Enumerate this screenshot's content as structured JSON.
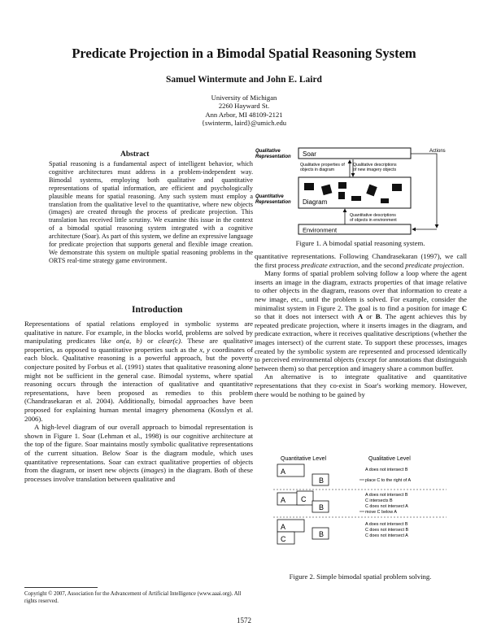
{
  "title": "Predicate Projection in a Bimodal Spatial Reasoning System",
  "authors": "Samuel Wintermute and John E. Laird",
  "affiliation": [
    "University of Michigan",
    "2260 Hayward St.",
    "Ann Arbor, MI 48109-2121",
    "{swinterm, laird}@umich.edu"
  ],
  "abstract": {
    "heading": "Abstract",
    "text": "Spatial reasoning is a fundamental aspect of intelligent behavior, which cognitive architectures must address in a problem-independent way. Bimodal systems, employing both qualitative and quantitative representations of spatial information, are efficient and psychologically plausible means for spatial reasoning. Any such system must employ a translation from the qualitative level to the quantitative, where new objects (images) are created through the process of predicate projection. This translation has received little scrutiny. We examine this issue in the context of a bimodal spatial reasoning system integrated with a cognitive architecture (Soar). As part of this system, we define an expressive language for predicate projection that supports general and flexible image creation. We demonstrate this system on multiple spatial reasoning problems in the ORTS real-time strategy game environment."
  },
  "intro": {
    "heading": "Introduction",
    "p1_parts": [
      "Representations of spatial relations employed in symbolic systems are qualitative in nature. For example, in the blocks world, problems are solved by manipulating predicates like ",
      "on(a, b)",
      " or ",
      "clear(c)",
      ". These are qualitative properties, as opposed to quantitative properties such as the ",
      "x, y",
      " coordinates of each block. Qualitative reasoning is a powerful approach, but the poverty conjecture posited by Forbus et al. (1991) states that qualitative reasoning alone might not be sufficient in the general case. Bimodal systems, where spatial reasoning occurs through the interaction of qualitative and quantitative representations, have been proposed as remedies to this problem (Chandrasekaran et al. 2004). Additionally, bimodal approaches have been proposed for explaining human mental imagery phenomena (Kosslyn et al. 2006)."
    ],
    "p2_parts": [
      "A high-level diagram of our overall approach to bimodal representation is shown in Figure 1. Soar (Lehman et al., 1998) is our cognitive architecture at the top of the figure. Soar maintains mostly symbolic qualitative representations of the current situation. Below Soar is the diagram module, which uses quantitative representations. Soar can extract qualitative properties of objects from the diagram, or insert new objects (",
      "images",
      ") in the diagram. Both of these processes involve translation between qualitative and"
    ]
  },
  "copyright": "Copyright © 2007, Association for the Advancement of Artificial Intelligence (www.aaai.org). All rights reserved.",
  "right": {
    "p1_parts": [
      "quantitative representations. Following Chandrasekaran (1997), we call the first process ",
      "predicate extraction",
      ", and the second ",
      "predicate projection",
      "."
    ],
    "p2_parts": [
      "Many forms of spatial problem solving follow a loop where the agent inserts an image in the diagram, extracts properties of that image relative to other objects in the diagram, reasons over that information to create a new image, etc., until the problem is solved. For example, consider the minimalist system in Figure 2. The goal is to find a position for image ",
      "C",
      " so that it does not intersect with ",
      "A",
      " or ",
      "B",
      ". The agent achieves this by repeated predicate projection, where it inserts images in the diagram, and predicate extraction, where it receives qualitative descriptions (whether the images intersect) of the current state. To support these processes, images created by the symbolic system are represented and processed identically to perceived environmental objects (except for annotations that distinguish between them) so that perception and imagery share a common buffer."
    ],
    "p3": "An alternative is to integrate qualitative and quantitative representations that they co-exist in Soar's working memory. However, there would be nothing to be gained by"
  },
  "figure1": {
    "caption": "Figure 1. A bimodal spatial reasoning system.",
    "qual_label": [
      "Qualitative",
      "Representation"
    ],
    "quant_label": [
      "Quantitative",
      "Representation"
    ],
    "soar": "Soar",
    "actions": "Actions",
    "qual_props": [
      "Qualitative properties of",
      "objects in diagram"
    ],
    "qual_desc": [
      "Qualitative descriptions",
      "of new imagery objects"
    ],
    "diagram": "Diagram",
    "qual_desc_env": [
      "Quantitative descriptions",
      "of objects in environment"
    ],
    "environment": "Environment"
  },
  "figure2": {
    "caption": "Figure 2. Simple bimodal spatial problem solving.",
    "quant_level": "Quantitative Level",
    "qual_level": "Qualitative Level",
    "row1": [
      "A does not intersect B",
      "place C to the right of A"
    ],
    "row2": [
      "A does not intersect B",
      "C intersects B",
      "C does not intersect A",
      "move C below A"
    ],
    "row3": [
      "A does not intersect B",
      "C does not intersect B",
      "C does not intersect A"
    ],
    "labels": {
      "a": "A",
      "b": "B",
      "c": "C"
    }
  },
  "page_number": "1572"
}
